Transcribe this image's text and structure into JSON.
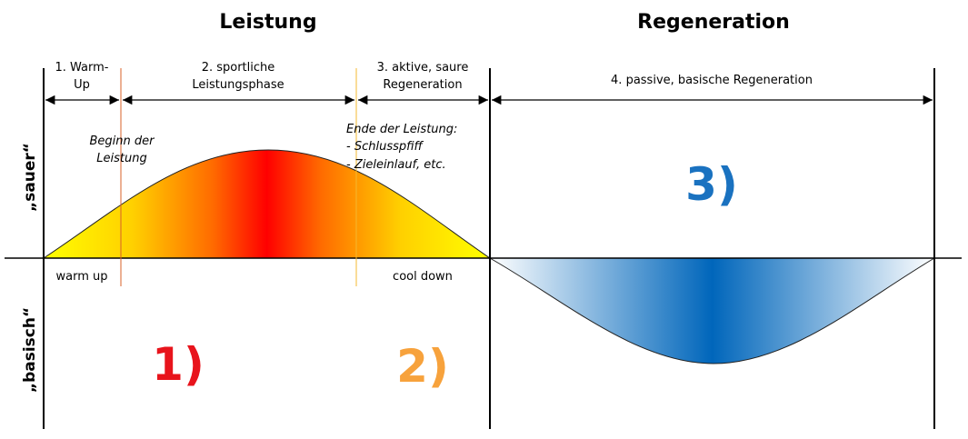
{
  "titles": {
    "left": "Leistung",
    "right": "Regeneration"
  },
  "y_labels": {
    "top": "„sauer“",
    "bottom": "„basisch“"
  },
  "phases": [
    {
      "line1": "1. Warm-",
      "line2": "Up"
    },
    {
      "line1": "2. sportliche",
      "line2": "Leistungsphase"
    },
    {
      "line1": "3. aktive, saure",
      "line2": "Regeneration"
    },
    {
      "line1": "4. passive, basische Regeneration"
    }
  ],
  "annotations": {
    "start": {
      "line1": "Beginn der",
      "line2": "Leistung"
    },
    "end": {
      "line1": "Ende der Leistung:",
      "line2": "- Schlusspfiff",
      "line3": "- Zieleinlauf, etc."
    },
    "warm_up": "warm up",
    "cool_down": "cool down"
  },
  "markers": {
    "m1": "1)",
    "m2": "2)",
    "m3": "3)"
  },
  "colors": {
    "red": "#e8141c",
    "orange": "#f7a23c",
    "blue": "#1a72c0",
    "curve_peak": "#ff0000",
    "curve_edge": "#ffff00",
    "blue_fill": "#0066bb"
  }
}
